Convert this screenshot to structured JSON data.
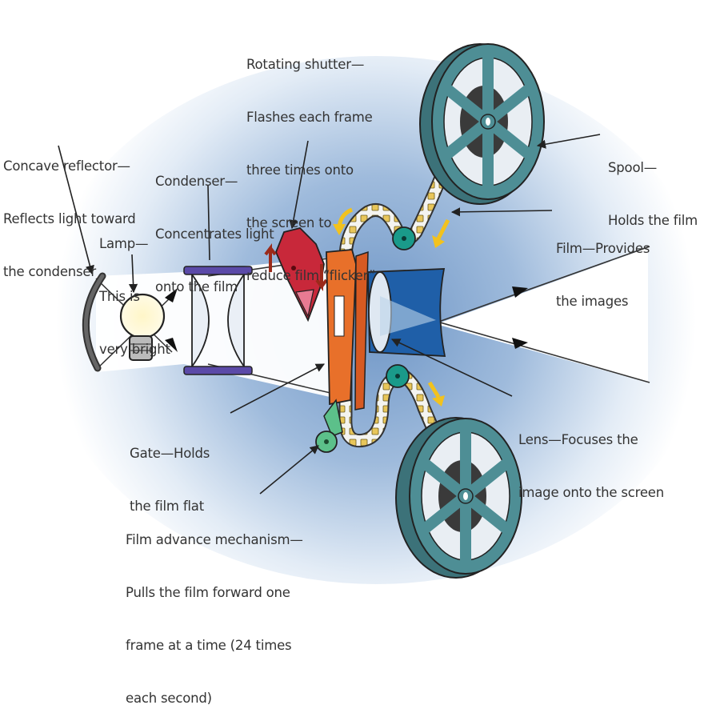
{
  "diagram": {
    "subject": "Film projector",
    "colors": {
      "glow": "#7fa3cf",
      "reflector": "#555555",
      "condenser_frame": "#5b4aa8",
      "shutter": "#c8283a",
      "gate": "#e8702a",
      "lens_barrel": "#1f5fa8",
      "spool": "#4e8e95",
      "film": "#e8c65a",
      "sprocket": "#1a9a8a",
      "advance_mechanism": "#5cc08a",
      "motion_arrow": "#f2c21e",
      "text": "#333333"
    },
    "labels": {
      "reflector": {
        "title": "Concave reflector—",
        "lines": [
          "Reflects light toward",
          "the condenser"
        ]
      },
      "lamp": {
        "title": "Lamp—",
        "lines": [
          "This is",
          "very bright"
        ]
      },
      "condenser": {
        "title": "Condenser—",
        "lines": [
          "Concentrates light",
          "onto the film"
        ]
      },
      "shutter": {
        "title": "Rotating shutter—",
        "lines": [
          "Flashes each frame",
          "three times onto",
          "the screen to",
          "reduce film “flicker”"
        ]
      },
      "spool": {
        "title": "Spool—",
        "lines": [
          "Holds the film"
        ]
      },
      "film": {
        "title": "Film—Provides",
        "lines": [
          "the images"
        ]
      },
      "gate": {
        "title": "Gate—Holds",
        "lines": [
          "the film flat"
        ]
      },
      "lens": {
        "title": "Lens—Focuses the",
        "lines": [
          "image onto the screen"
        ]
      },
      "advance": {
        "title": "Film advance mechanism—",
        "lines": [
          "Pulls the film forward one",
          "frame at a time (24 times",
          "each second)"
        ]
      }
    }
  }
}
